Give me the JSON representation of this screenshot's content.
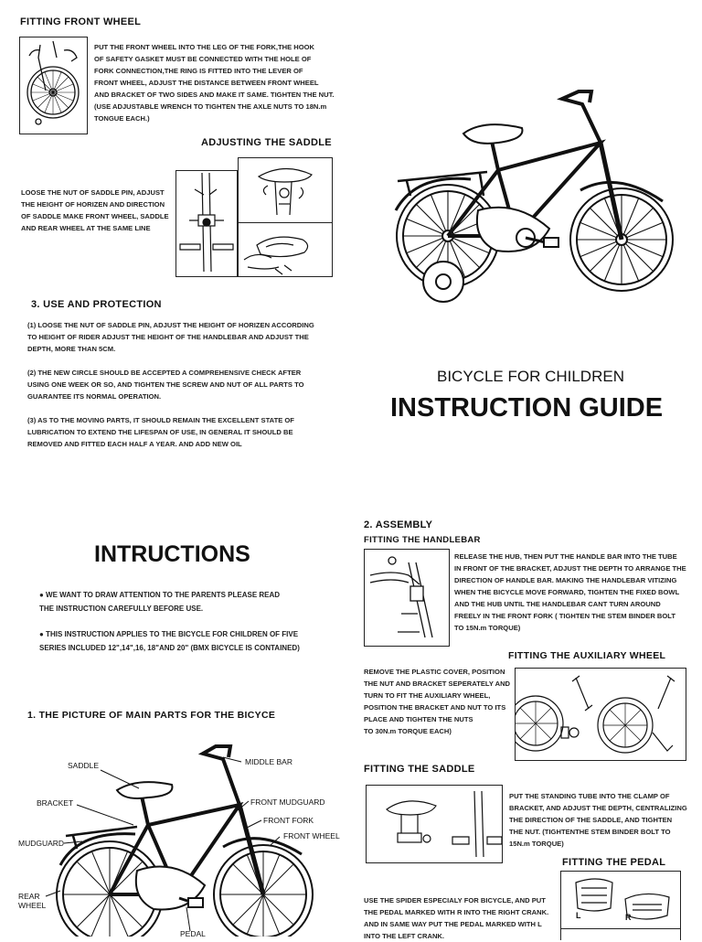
{
  "fitting_front_wheel": {
    "heading": "FITTING FRONT WHEEL",
    "text": "PUT THE FRONT WHEEL INTO THE LEG OF THE FORK,THE HOOK\nOF SAFETY GASKET MUST BE CONNECTED WITH THE HOLE OF\nFORK CONNECTION,THE RING IS FITTED INTO THE LEVER OF\nFRONT WHEEL, ADJUST THE DISTANCE BETWEEN FRONT WHEEL\nAND BRACKET OF TWO SIDES AND MAKE IT SAME. TIGHTEN THE NUT.\n(USE ADJUSTABLE WRENCH TO TIGHTEN THE AXLE NUTS TO  18N.m\nTONGUE EACH.)"
  },
  "adjusting_saddle": {
    "heading": "ADJUSTING THE SADDLE",
    "text": "LOOSE THE NUT OF SADDLE PIN, ADJUST\nTHE HEIGHT OF HORIZEN AND DIRECTION\nOF SADDLE MAKE FRONT WHEEL, SADDLE\nAND REAR WHEEL AT THE SAME LINE"
  },
  "use_protection": {
    "heading": "3. USE AND PROTECTION",
    "p1": "(1) LOOSE THE NUT OF SADDLE PIN, ADJUST THE HEIGHT OF HORIZEN ACCORDING\nTO HEIGHT OF RIDER ADJUST THE HEIGHT OF THE HANDLEBAR AND ADJUST THE\nDEPTH, MORE THAN 5CM.",
    "p2": "(2) THE NEW CIRCLE SHOULD BE ACCEPTED A COMPREHENSIVE CHECK AFTER\nUSING ONE WEEK OR SO, AND TIGHTEN THE SCREW AND NUT OF ALL PARTS TO\nGUARANTEE ITS NORMAL OPERATION.",
    "p3": "(3) AS TO THE MOVING PARTS, IT SHOULD REMAIN THE EXCELLENT STATE OF\nLUBRICATION TO EXTEND THE LIFESPAN OF USE, IN GENERAL IT SHOULD BE\nREMOVED AND FITTED EACH HALF A YEAR. AND ADD NEW OIL"
  },
  "cover": {
    "subtitle": "BICYCLE FOR CHILDREN",
    "title": "INSTRUCTION GUIDE"
  },
  "intructions": {
    "title": "INTRUCTIONS",
    "b1": "● WE WANT TO DRAW ATTENTION TO THE PARENTS PLEASE READ\n   THE INSTRUCTION CAREFULLY BEFORE USE.",
    "b2": "● THIS INSTRUCTION APPLIES TO THE BICYCLE FOR CHILDREN OF FIVE\n   SERIES INCLUDED 12\",14\",16, 18\"AND 20\" (BMX BICYCLE IS CONTAINED)"
  },
  "main_parts": {
    "heading": "1.   THE PICTURE OF MAIN PARTS FOR THE BICYCE",
    "labels": {
      "saddle": "SADDLE",
      "middle_bar": "MIDDLE BAR",
      "bracket": "BRACKET",
      "front_mudguard": "FRONT MUDGUARD",
      "front_fork": "FRONT FORK",
      "front_wheel": "FRONT WHEEL",
      "mudguard": "MUDGUARD",
      "rear_wheel": "REAR\nWHEEL",
      "pedal": "PEDAL"
    }
  },
  "assembly": {
    "heading": "2.   ASSEMBLY",
    "handlebar_heading": "FITTING THE HANDLEBAR",
    "handlebar_text": "RELEASE THE HUB, THEN PUT THE HANDLE BAR INTO THE TUBE\nIN FRONT OF THE BRACKET, ADJUST THE DEPTH TO ARRANGE THE\nDIRECTION OF HANDLE BAR. MAKING THE HANDLEBAR VITIZING\nWHEN THE BICYCLE MOVE FORWARD, TIGHTEN THE FIXED BOWL\nAND THE HUB UNTIL THE HANDLEBAR CANT TURN AROUND\nFREELY IN THE FRONT FORK ( TIGHTEN THE STEM BINDER BOLT\nTO 15N.m TORQUE)",
    "aux_heading": "FITTING THE AUXILIARY WHEEL",
    "aux_text": "REMOVE THE PLASTIC COVER, POSITION\nTHE NUT AND BRACKET SEPERATELY AND\nTURN  TO FIT THE AUXILIARY WHEEL,\nPOSITION THE  BRACKET AND NUT TO ITS\nPLACE AND TIGHTEN THE NUTS\nTO 30N.m TORQUE EACH)",
    "saddle_heading": "FITTING THE SADDLE",
    "saddle_text": "PUT THE STANDING TUBE INTO THE CLAMP OF\nBRACKET, AND ADJUST THE DEPTH, CENTRALIZING\nTHE DIRECTION OF THE SADDLE, AND TIGHTEN\nTHE NUT. (TIGHTENTHE STEM BINDER BOLT TO\n15N.m TORQUE)",
    "pedal_heading": "FITTING THE PEDAL",
    "pedal_text": "USE THE SPIDER ESPECIALY FOR BICYCLE, AND PUT\nTHE PEDAL MARKED WITH R INTO THE RIGHT CRANK.\nAND IN SAME WAY PUT THE PEDAL MARKED WITH L\nINTO THE LEFT CRANK.",
    "pedal_left": "L",
    "pedal_right": "R"
  }
}
